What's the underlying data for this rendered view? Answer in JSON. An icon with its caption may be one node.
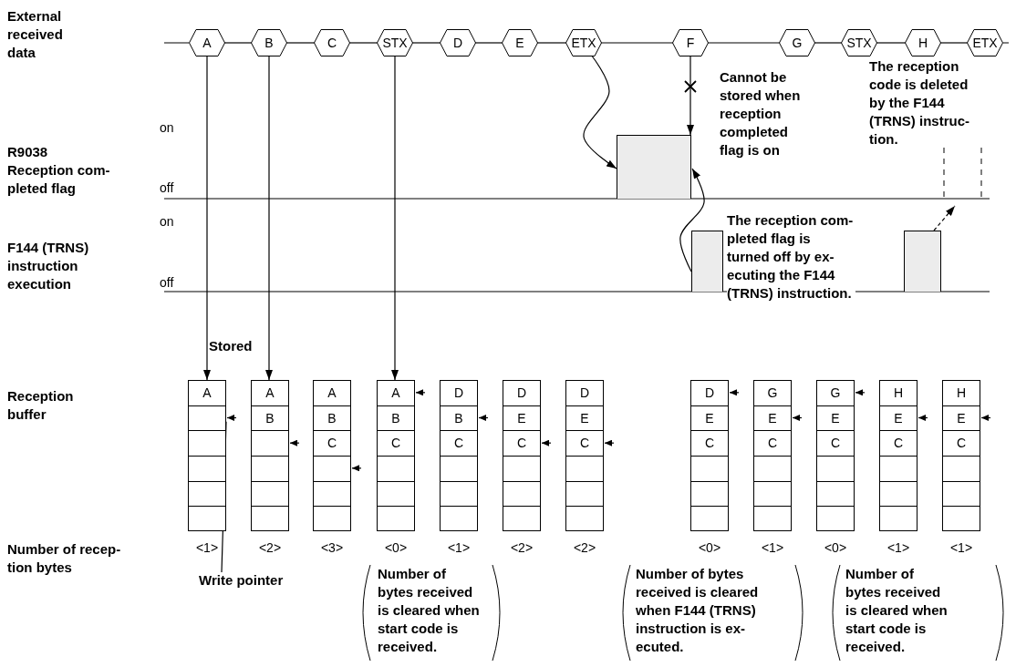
{
  "diagram": {
    "nodes": [
      {
        "text": [
          "A"
        ]
      },
      {
        "text": [
          "B"
        ]
      },
      {
        "text": [
          "C"
        ]
      },
      {
        "text": [
          "STX"
        ]
      },
      {
        "text": [
          "D"
        ]
      },
      {
        "text": [
          "E"
        ]
      },
      {
        "text": [
          "ETX"
        ]
      },
      {
        "text": [
          "F"
        ]
      },
      {
        "text": [
          "G"
        ]
      },
      {
        "text": [
          "STX"
        ]
      },
      {
        "text": [
          "H"
        ]
      },
      {
        "text": [
          "ETX"
        ]
      },
      {
        "text": [],
        "shape": "box"
      },
      {
        "text": [],
        "shape": "box"
      },
      {
        "text": [],
        "shape": "box"
      },
      {
        "text": [
          "A"
        ],
        "beside": [
          "<1>"
        ]
      },
      {
        "text": [
          "A",
          "B"
        ],
        "beside": [
          "<2>"
        ]
      },
      {
        "text": [
          "A",
          "B",
          "C"
        ],
        "beside": [
          "<3>"
        ]
      },
      {
        "text": [
          "A",
          "B",
          "C"
        ],
        "beside": [
          "<0>"
        ]
      },
      {
        "text": [
          "D",
          "B",
          "C"
        ],
        "beside": [
          "<1>"
        ]
      },
      {
        "text": [
          "D",
          "E",
          "C"
        ],
        "beside": [
          "<2>"
        ]
      },
      {
        "text": [
          "D",
          "E",
          "C"
        ],
        "beside": [
          "<2>"
        ]
      },
      {
        "text": [
          "D",
          "E",
          "C"
        ],
        "beside": [
          "<0>"
        ]
      },
      {
        "text": [
          "G",
          "E",
          "C"
        ],
        "beside": [
          "<1>"
        ]
      },
      {
        "text": [
          "G",
          "E",
          "C"
        ],
        "beside": [
          "<0>"
        ]
      },
      {
        "text": [
          "H",
          "E",
          "C"
        ],
        "beside": [
          "<1>"
        ]
      },
      {
        "text": [
          "H",
          "E",
          "C"
        ],
        "beside": [
          "<1>"
        ]
      },
      {
        "text": [
          "Write pointer"
        ]
      }
    ],
    "edges": [
      {
        "from": 0,
        "to": 1,
        "arrow": "none"
      },
      {
        "from": 1,
        "to": 2,
        "arrow": "none"
      },
      {
        "from": 2,
        "to": 3,
        "arrow": "none"
      },
      {
        "from": 3,
        "to": 4,
        "arrow": "none"
      },
      {
        "from": 4,
        "to": 5,
        "arrow": "none"
      },
      {
        "from": 5,
        "to": 6,
        "arrow": "none"
      },
      {
        "from": 6,
        "to": 7,
        "arrow": "none"
      },
      {
        "from": 7,
        "to": 8,
        "arrow": "none"
      },
      {
        "from": 8,
        "to": 9,
        "arrow": "none"
      },
      {
        "from": 9,
        "to": 10,
        "arrow": "none"
      },
      {
        "from": 10,
        "to": 11,
        "arrow": "none"
      },
      {
        "from": 0,
        "to": 15,
        "arrow": "to"
      },
      {
        "from": 1,
        "to": 16,
        "arrow": "to"
      },
      {
        "from": 3,
        "to": 18,
        "arrow": "to"
      },
      {
        "from": 6,
        "to": 12,
        "arrow": "to"
      },
      {
        "from": 7,
        "to": 12,
        "arrow": "to"
      },
      {
        "from": 13,
        "to": 12,
        "arrow": "to"
      },
      {
        "from": 14,
        "to": null,
        "arrow": "to",
        "style": "dashed"
      },
      {
        "from": null,
        "to": 15,
        "arrow": "to"
      },
      {
        "from": null,
        "to": 16,
        "arrow": "to"
      },
      {
        "from": null,
        "to": 17,
        "arrow": "to"
      },
      {
        "from": null,
        "to": 18,
        "arrow": "to"
      },
      {
        "from": null,
        "to": 19,
        "arrow": "to"
      },
      {
        "from": null,
        "to": 20,
        "arrow": "to"
      },
      {
        "from": null,
        "to": 21,
        "arrow": "to"
      },
      {
        "from": null,
        "to": 22,
        "arrow": "to"
      },
      {
        "from": null,
        "to": 23,
        "arrow": "to"
      },
      {
        "from": null,
        "to": 24,
        "arrow": "to"
      },
      {
        "from": null,
        "to": 25,
        "arrow": "to"
      },
      {
        "from": null,
        "to": 26,
        "arrow": "to"
      },
      {
        "from": 27,
        "to": 15,
        "arrow": "none"
      }
    ],
    "labels": [
      "External received data",
      "on",
      "R9038 Reception com- pleted flag",
      "off",
      "on",
      "F144 (TRNS) instruction execution",
      "off",
      "Stored",
      "Reception buffer",
      "Number of recep- tion bytes",
      "Cannot be stored when reception completed flag is on",
      "The reception code is deleted by the F144 (TRNS) instruc- tion.",
      "The reception com- pleted flag is turned off by ex- ecuting the F144 (TRNS) instruction.",
      "Number of bytes received is cleared when start code is received.",
      "Number of bytes received is cleared when F144 (TRNS) instruction is ex- ecuted.",
      "Number of bytes received is cleared when start code is received."
    ]
  }
}
